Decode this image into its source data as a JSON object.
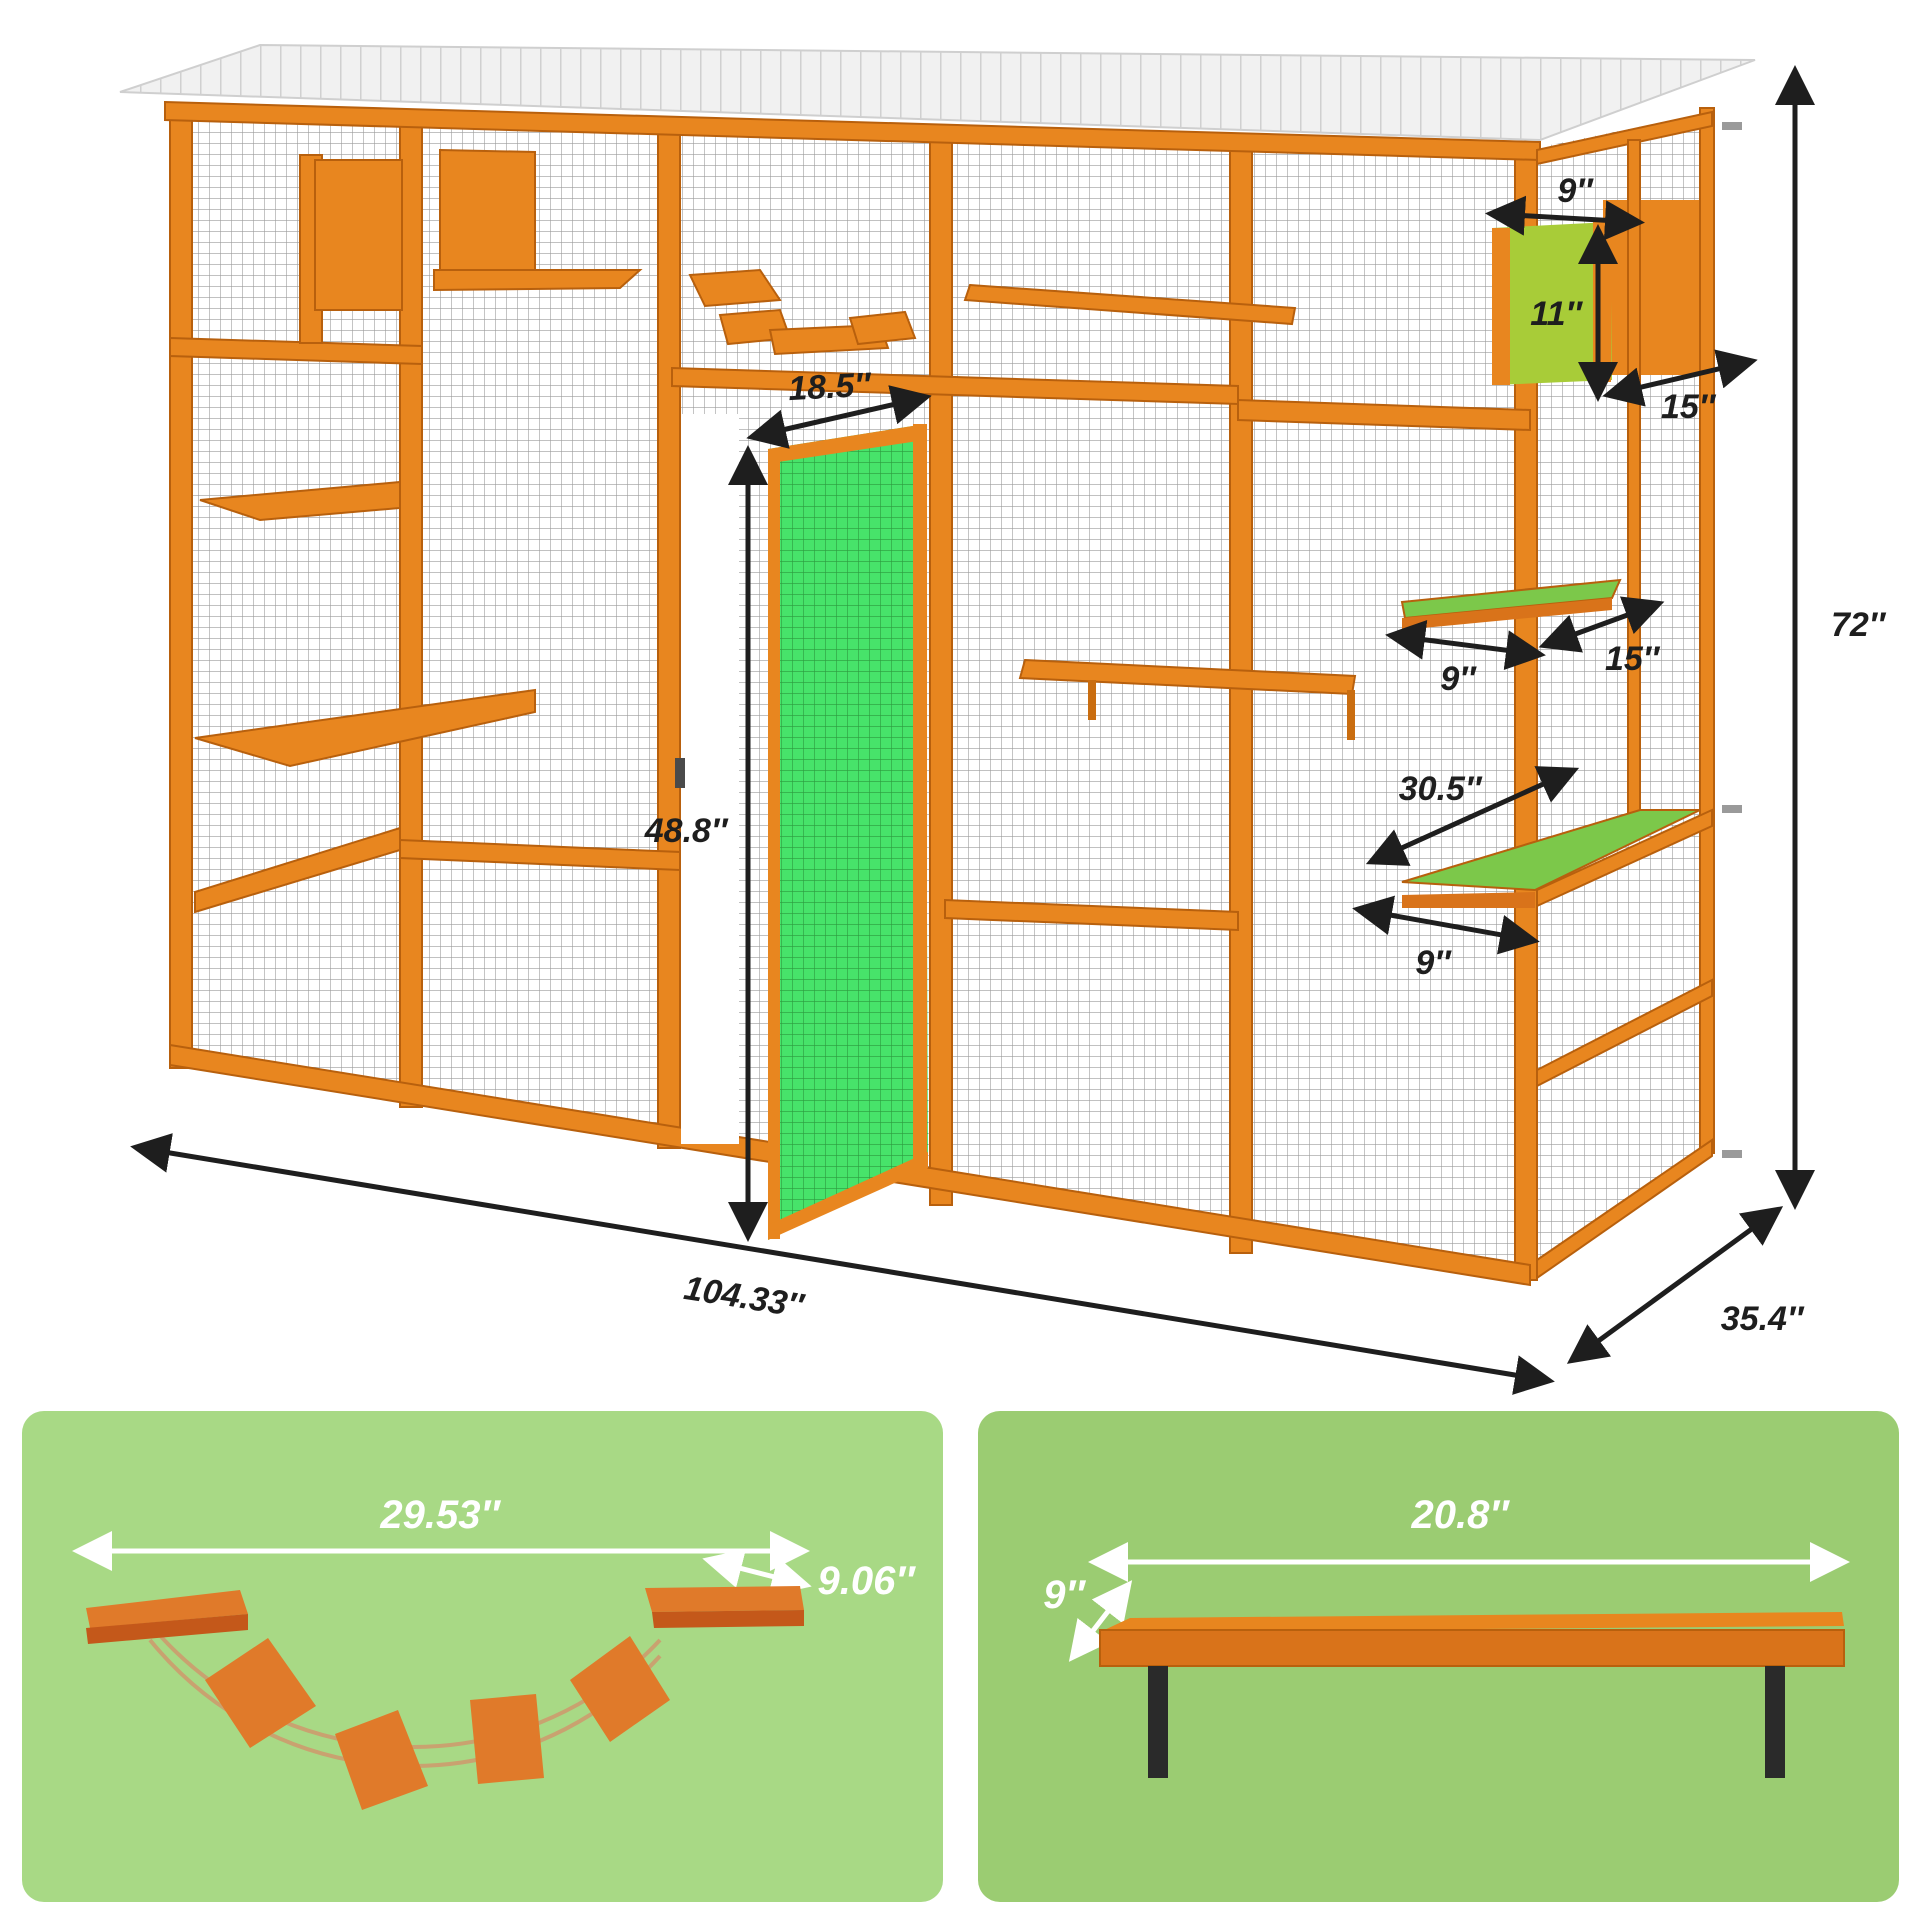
{
  "dimensions": {
    "width": "104.33″",
    "depth": "35.4″",
    "height": "72″",
    "door_width": "18.5″",
    "door_height": "48.8″",
    "box_width": "9″",
    "box_height": "11″",
    "box_depth": "15″",
    "upper_step_width": "9″",
    "upper_step_depth": "15″",
    "lower_step_length": "30.5″",
    "lower_step_width": "9″"
  },
  "panels": {
    "bridge": {
      "length": "29.53″",
      "width": "9.06″"
    },
    "shelf": {
      "length": "20.8″",
      "width": "9″"
    }
  },
  "colors": {
    "wood": "#e8861f",
    "highlight_green": "#3ee05a",
    "panel_left": "#a8d985",
    "panel_right": "#9bcc72",
    "arrow_dark": "#1e1e1e",
    "arrow_light": "#ffffff"
  }
}
